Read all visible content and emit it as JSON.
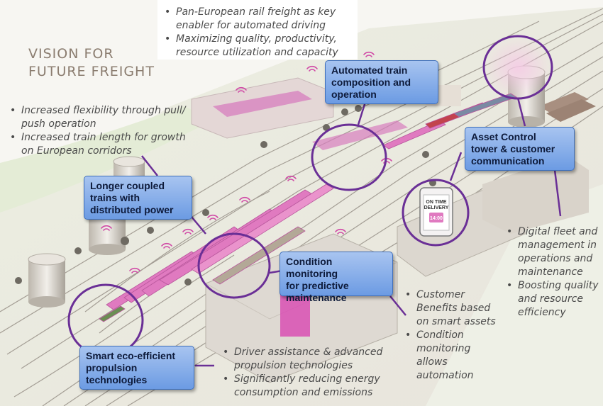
{
  "title": "VISION FOR\nFUTURE FREIGHT",
  "top_bullets": [
    "Pan-European rail freight as key enabler for automated driving",
    "Maximizing quality, productivity, resource utilization and capacity"
  ],
  "left_bullets": [
    "Increased flexibility through pull/ push operation",
    "Increased train length for growth on European corridors"
  ],
  "right_bullets": [
    "Digital fleet and management in operations and maintenance",
    "Boosting quality and resource efficiency"
  ],
  "center_bullets": [
    "Customer Benefits based on smart assets",
    "Condition monitoring allows automation"
  ],
  "bottom_bullets": [
    "Driver assistance & advanced propulsion technologies",
    "Significantly reducing energy consumption and emissions"
  ],
  "callouts": {
    "automated": "Automated train\ncomposition and\noperation",
    "asset": "Asset Control\ntower & customer\ncommunication",
    "longer": "Longer coupled\ntrains with\ndistributed power",
    "condition": "Condition monitoring\nfor predictive\nmaintenance",
    "smart": "Smart eco-efficient\npropulsion\ntechnologies"
  },
  "device_screen": {
    "line1": "ON TIME",
    "line2": "DELIVERY",
    "time": "14:00"
  },
  "colors": {
    "callout_fill": "#7ea8ea",
    "circle_stroke": "#6a2f96",
    "wagon_pink": "#e07ac0",
    "track": "#a9a49c",
    "ground": "#f0ede6",
    "grass": "#e3ecd5"
  }
}
